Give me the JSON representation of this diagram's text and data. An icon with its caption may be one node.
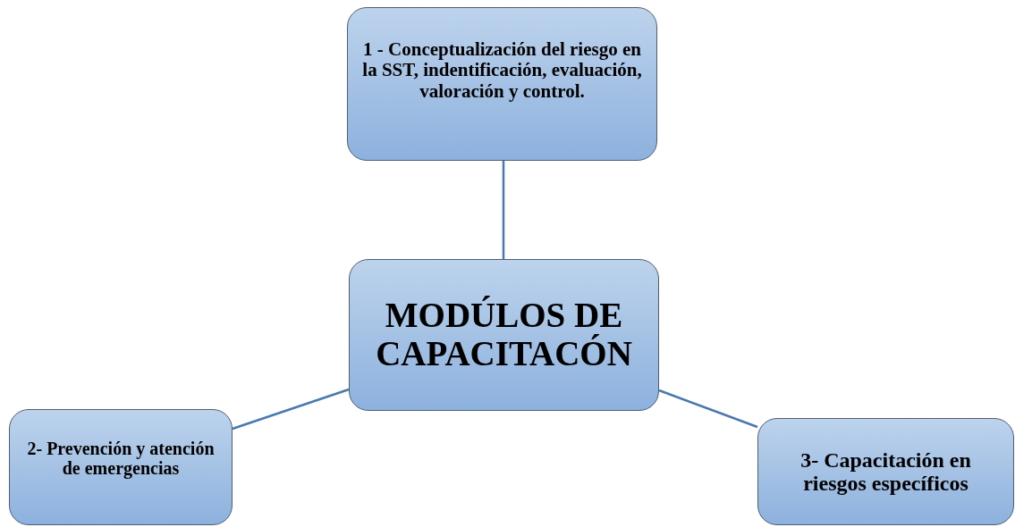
{
  "diagram": {
    "nodes": [
      {
        "text": [
          "1 - Conceptualización del riesgo en la SST, indentificación, evaluación, valoración y control."
        ]
      },
      {
        "text": [
          "MODÚLOS DE CAPACITACÓN"
        ]
      },
      {
        "text": [
          "2- Prevención y atención de emergencias"
        ]
      },
      {
        "text": [
          "3- Capacitación en riesgos específicos"
        ]
      }
    ],
    "edges": [
      {
        "from": 1,
        "to": 0,
        "arrow": "none"
      },
      {
        "from": 1,
        "to": 2,
        "arrow": "none"
      },
      {
        "from": 1,
        "to": 3,
        "arrow": "none"
      }
    ]
  }
}
